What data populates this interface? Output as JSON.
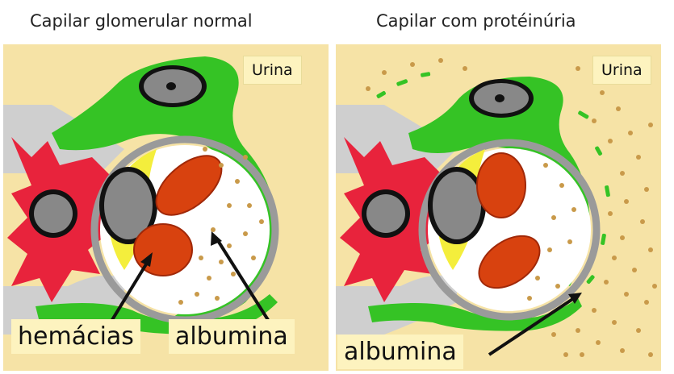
{
  "titles": {
    "left": "Capilar glomerular normal",
    "right": "Capilar com protéinúria"
  },
  "left_panel": {
    "urine_label": "Urina",
    "label_red_cells": "hemácias",
    "label_albumin": "albumina"
  },
  "right_panel": {
    "urine_label": "Urina",
    "label_albumin": "albumina"
  },
  "colors": {
    "background": "#f6e3a6",
    "podocyte": "#35c325",
    "mesangial": "#e8233c",
    "red_cell": "#d8420f",
    "nucleus": "#888888",
    "albumin": "#c99a4a",
    "basement_membrane": "#9a9a9a",
    "endothelium": "#f4ee3c"
  }
}
